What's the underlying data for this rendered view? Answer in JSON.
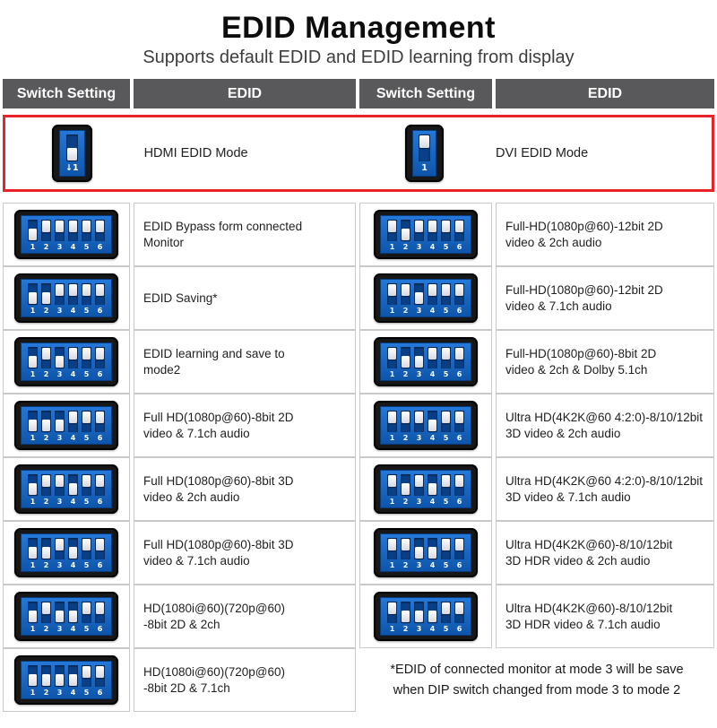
{
  "page": {
    "title": "EDID Management",
    "subtitle": "Supports default EDID and EDID learning from display"
  },
  "headers": [
    "Switch Setting",
    "EDID",
    "Switch Setting",
    "EDID"
  ],
  "colors": {
    "accent_red": "#e8232a",
    "switch_blue": "#1565c8",
    "header_gray": "#59595b"
  },
  "switch_numbers": [
    "1",
    "2",
    "3",
    "4",
    "5",
    "6"
  ],
  "mode_row": {
    "left": {
      "label": "HDMI EDID Mode",
      "switch": {
        "toggle": "down",
        "number_label": "↓1"
      }
    },
    "right": {
      "label": "DVI EDID Mode",
      "switch": {
        "toggle": "up",
        "number_label": "1"
      }
    }
  },
  "rows": [
    {
      "left": {
        "pattern": [
          "d",
          "u",
          "u",
          "u",
          "u",
          "u"
        ],
        "label": "EDID Bypass form connected\nMonitor"
      },
      "right": {
        "pattern": [
          "u",
          "d",
          "u",
          "u",
          "u",
          "u"
        ],
        "label": "Full-HD(1080p@60)-12bit 2D\nvideo & 2ch audio"
      }
    },
    {
      "left": {
        "pattern": [
          "d",
          "d",
          "u",
          "u",
          "u",
          "u"
        ],
        "label": "EDID Saving*"
      },
      "right": {
        "pattern": [
          "u",
          "u",
          "d",
          "u",
          "u",
          "u"
        ],
        "label": "Full-HD(1080p@60)-12bit 2D\nvideo & 7.1ch audio"
      }
    },
    {
      "left": {
        "pattern": [
          "d",
          "u",
          "d",
          "u",
          "u",
          "u"
        ],
        "label": "EDID learning and save to\nmode2"
      },
      "right": {
        "pattern": [
          "u",
          "d",
          "d",
          "u",
          "u",
          "u"
        ],
        "label": "Full-HD(1080p@60)-8bit 2D\nvideo & 2ch & Dolby 5.1ch"
      }
    },
    {
      "left": {
        "pattern": [
          "d",
          "d",
          "d",
          "u",
          "u",
          "u"
        ],
        "label": "Full HD(1080p@60)-8bit 2D\nvideo & 7.1ch audio"
      },
      "right": {
        "pattern": [
          "u",
          "u",
          "u",
          "d",
          "u",
          "u"
        ],
        "label": "Ultra HD(4K2K@60 4:2:0)-8/10/12bit\n3D video & 2ch audio"
      }
    },
    {
      "left": {
        "pattern": [
          "d",
          "u",
          "u",
          "d",
          "u",
          "u"
        ],
        "label": "Full HD(1080p@60)-8bit 3D\nvideo & 2ch audio"
      },
      "right": {
        "pattern": [
          "u",
          "d",
          "u",
          "d",
          "u",
          "u"
        ],
        "label": "Ultra HD(4K2K@60 4:2:0)-8/10/12bit\n3D video & 7.1ch audio"
      }
    },
    {
      "left": {
        "pattern": [
          "d",
          "d",
          "u",
          "d",
          "u",
          "u"
        ],
        "label": "Full HD(1080p@60)-8bit 3D\nvideo & 7.1ch audio"
      },
      "right": {
        "pattern": [
          "u",
          "u",
          "d",
          "d",
          "u",
          "u"
        ],
        "label": "Ultra HD(4K2K@60)-8/10/12bit\n3D HDR video & 2ch audio"
      }
    },
    {
      "left": {
        "pattern": [
          "d",
          "u",
          "d",
          "d",
          "u",
          "u"
        ],
        "label": "HD(1080i@60)(720p@60)\n-8bit 2D & 2ch"
      },
      "right": {
        "pattern": [
          "u",
          "d",
          "d",
          "d",
          "u",
          "u"
        ],
        "label": "Ultra HD(4K2K@60)-8/10/12bit\n3D HDR video & 7.1ch audio"
      }
    },
    {
      "left": {
        "pattern": [
          "d",
          "d",
          "d",
          "d",
          "u",
          "u"
        ],
        "label": "HD(1080i@60)(720p@60)\n-8bit 2D & 7.1ch"
      },
      "right": null
    }
  ],
  "note": "*EDID of connected monitor at mode 3 will be save\nwhen DIP switch changed from mode 3 to mode 2"
}
